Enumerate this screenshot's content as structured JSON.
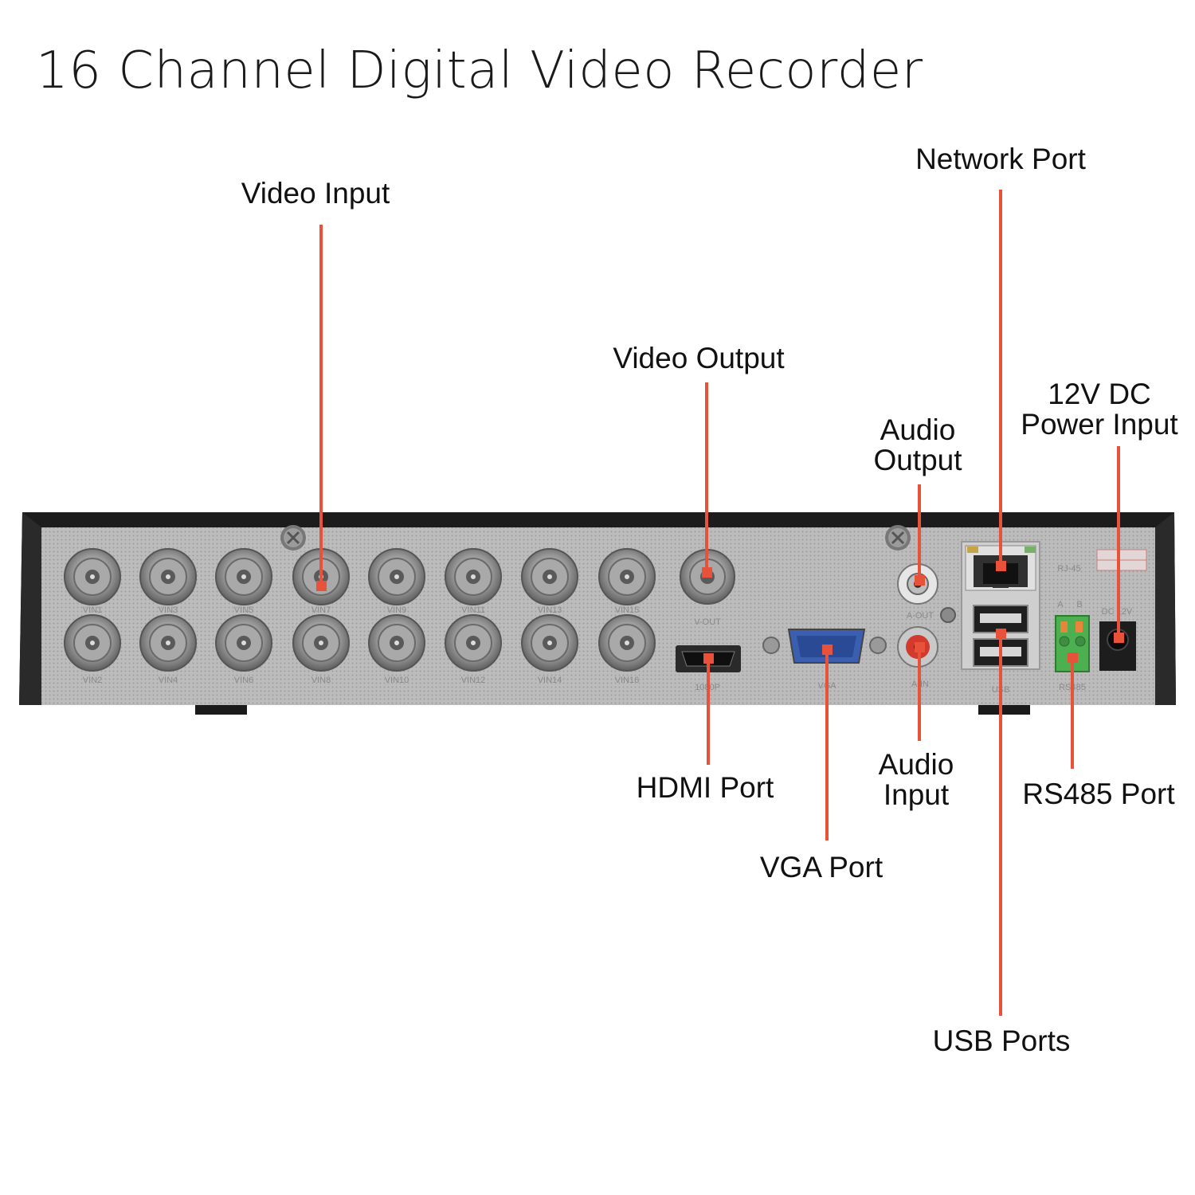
{
  "title": "16 Channel Digital Video Recorder",
  "callouts": {
    "video_input": "Video Input",
    "video_output": "Video Output",
    "network_port": "Network Port",
    "audio_output": [
      "Audio",
      "Output"
    ],
    "power_input": [
      "12V DC",
      "Power Input"
    ],
    "hdmi_port": "HDMI Port",
    "vga_port": "VGA Port",
    "audio_input": [
      "Audio",
      "Input"
    ],
    "rs485_port": "RS485 Port",
    "usb_ports": "USB Ports"
  },
  "panel_labels": {
    "vin_top": [
      "VIN1",
      "VIN3",
      "VIN5",
      "VIN7",
      "VIN9",
      "VIN11",
      "VIN13",
      "VIN15"
    ],
    "vin_bottom": [
      "VIN2",
      "VIN4",
      "VIN6",
      "VIN8",
      "VIN10",
      "VIN12",
      "VIN14",
      "VIN16"
    ],
    "v_out": "V-OUT",
    "hdmi": "1080P",
    "vga": "VGA",
    "a_out": "A-OUT",
    "a_in": "A-IN",
    "rj45": "RJ-45",
    "usb": "USB",
    "rs485": "RS485",
    "rs485_a": "A",
    "rs485_b": "B",
    "dc": "DC 12V"
  },
  "colors": {
    "leader": "#e8513a",
    "chassis": "#1c1c1c",
    "panel": "#b9b9b9",
    "connector": "#8e8e8e",
    "vga_blue": "#3a5fb0",
    "rs485_green": "#4caf50",
    "audio_red": "#d23a2e"
  }
}
